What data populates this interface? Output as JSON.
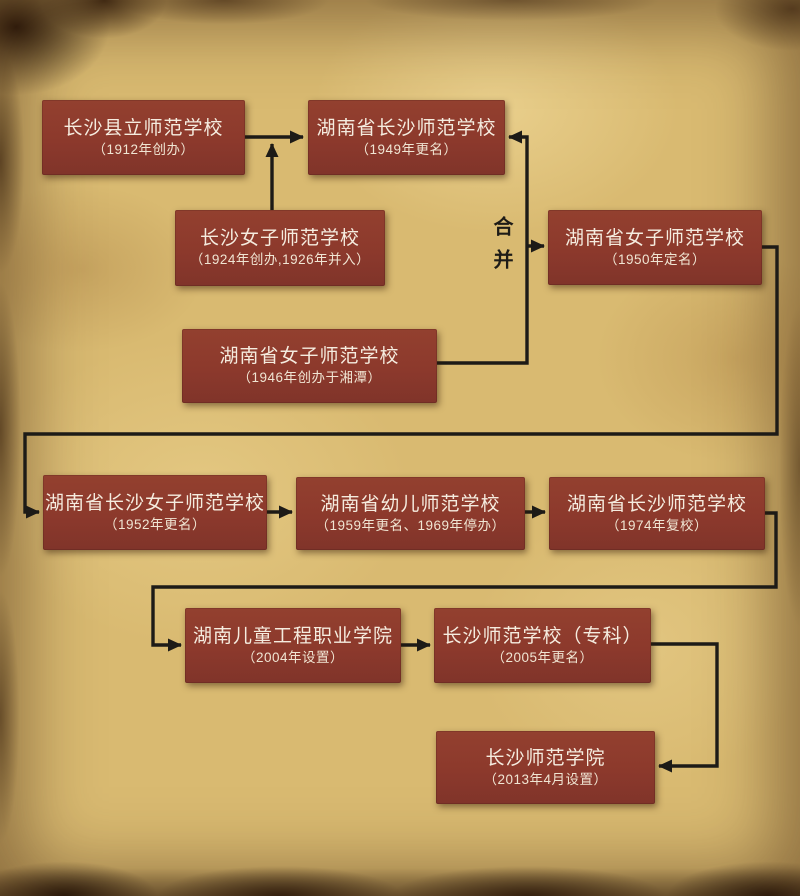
{
  "diagram_type": "school-history-flowchart",
  "nodes": [
    {
      "name": "长沙县立师范学校",
      "note": "（1912年创办）"
    },
    {
      "name": "湖南省长沙师范学校",
      "note": "（1949年更名）"
    },
    {
      "name": "长沙女子师范学校",
      "note": "（1924年创办,1926年并入）"
    },
    {
      "name": "湖南省女子师范学校",
      "note": "（1946年创办于湘潭）"
    },
    {
      "name": "湖南省女子师范学校",
      "note": "（1950年定名）"
    },
    {
      "name": "湖南省长沙女子师范学校",
      "note": "（1952年更名）"
    },
    {
      "name": "湖南省幼儿师范学校",
      "note": "（1959年更名、1969年停办）"
    },
    {
      "name": "湖南省长沙师范学校",
      "note": "（1974年复校）"
    },
    {
      "name": "湖南儿童工程职业学院",
      "note": "（2004年设置）"
    },
    {
      "name": "长沙师范学校（专科）",
      "note": "（2005年更名）"
    },
    {
      "name": "长沙师范学院",
      "note": "（2013年4月设置）"
    }
  ],
  "labels": {
    "merge": "合并"
  },
  "colors": {
    "box": "#8c392c",
    "box_text": "#f5ecdf",
    "line": "#1d1b17",
    "background": "#d9ba71"
  }
}
